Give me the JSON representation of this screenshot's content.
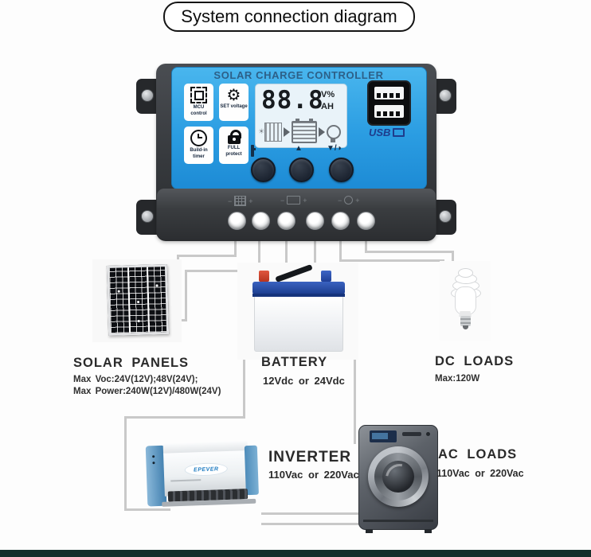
{
  "title": "System connection diagram",
  "controller": {
    "name": "SOLAR CHARGE CONTROLLER",
    "features": [
      {
        "icon": "mcu-chip-icon",
        "label": "MCU control"
      },
      {
        "icon": "gear-icon",
        "label": "SET voltage"
      },
      {
        "icon": "clock-icon",
        "label": "Build-in timer"
      },
      {
        "icon": "lock-icon",
        "label": "FULL protect"
      }
    ],
    "lcd": {
      "value": "88.8",
      "unit_top": "V%",
      "unit_bottom": "AH",
      "flow_icons": [
        "solar-panel-icon",
        "arrow-right-icon",
        "battery-icon",
        "arrow-right-icon",
        "lamp-icon"
      ]
    },
    "usb": {
      "label": "USB",
      "ports": 2
    },
    "button_icons": [
      "battery-select-icon",
      "up-arrow-icon",
      "down-arrow-lamp-icon"
    ],
    "up_arrow_glyph": "▲",
    "down_lamp_glyph": "▼/◑",
    "terminal_count": 6,
    "terminal_groups": [
      "solar-input",
      "battery",
      "load"
    ]
  },
  "components": {
    "solar_panels": {
      "label": "SOLAR PANELS",
      "spec1": "Max Voc:24V(12V);48V(24V);",
      "spec2": "Max Power:240W(12V)/480W(24V)"
    },
    "battery": {
      "label": "BATTERY",
      "spec1": "12Vdc or 24Vdc"
    },
    "dc_loads": {
      "label": "DC LOADS",
      "spec1": "Max:120W"
    },
    "inverter": {
      "label": "INVERTER",
      "spec1": "110Vac or 220Vac",
      "brand": "EPEVER"
    },
    "ac_loads": {
      "label": "AC LOADS",
      "spec1": "110Vac or 220Vac"
    }
  },
  "colors": {
    "face_blue": "#2b9de2",
    "body_dark": "#35383c",
    "wire_gray": "#c9c9c9",
    "bottom_bar": "#14302a",
    "usb_text": "#1e3c8c",
    "battery_lid_blue": "#1e3f8f",
    "battery_terminal_red": "#d6402a",
    "battery_terminal_blue": "#2a52b8"
  }
}
